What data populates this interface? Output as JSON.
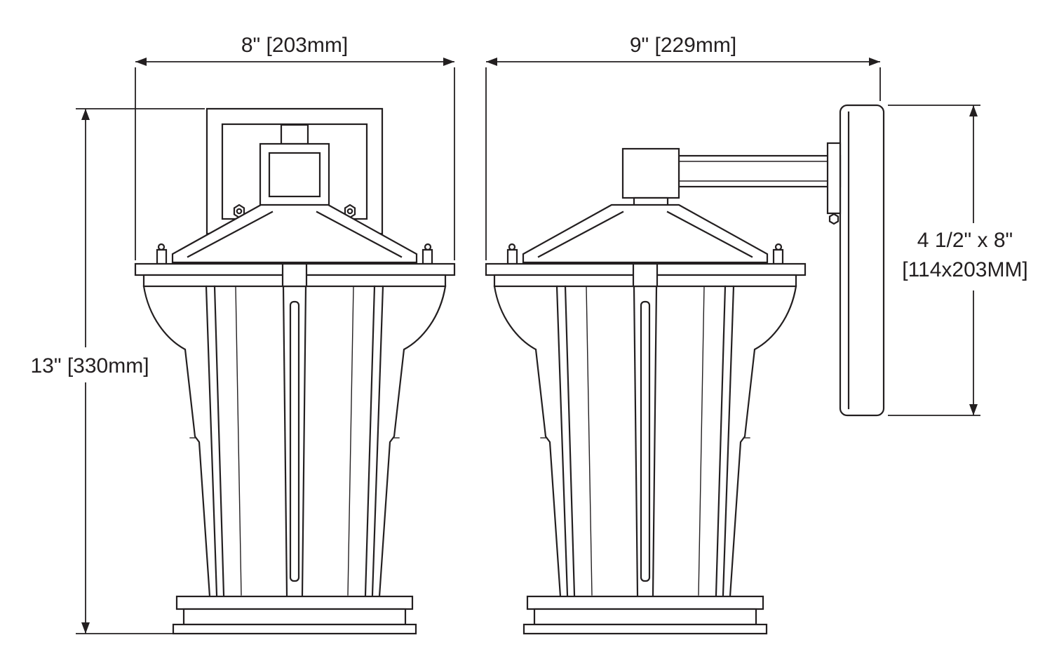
{
  "page": {
    "background": "#ffffff",
    "line_color": "#231f20"
  },
  "diagram": {
    "type": "technical-dimension-drawing",
    "subject": "outdoor wall lantern, front and side elevations",
    "views": {
      "front": {
        "width_label": "8\" [203mm]",
        "height_label": "13\" [330mm]"
      },
      "side": {
        "width_label": "9\" [229mm]",
        "backplate_label_line1": "4 1/2\" x 8\"",
        "backplate_label_line2": "[114x203MM]"
      }
    }
  }
}
